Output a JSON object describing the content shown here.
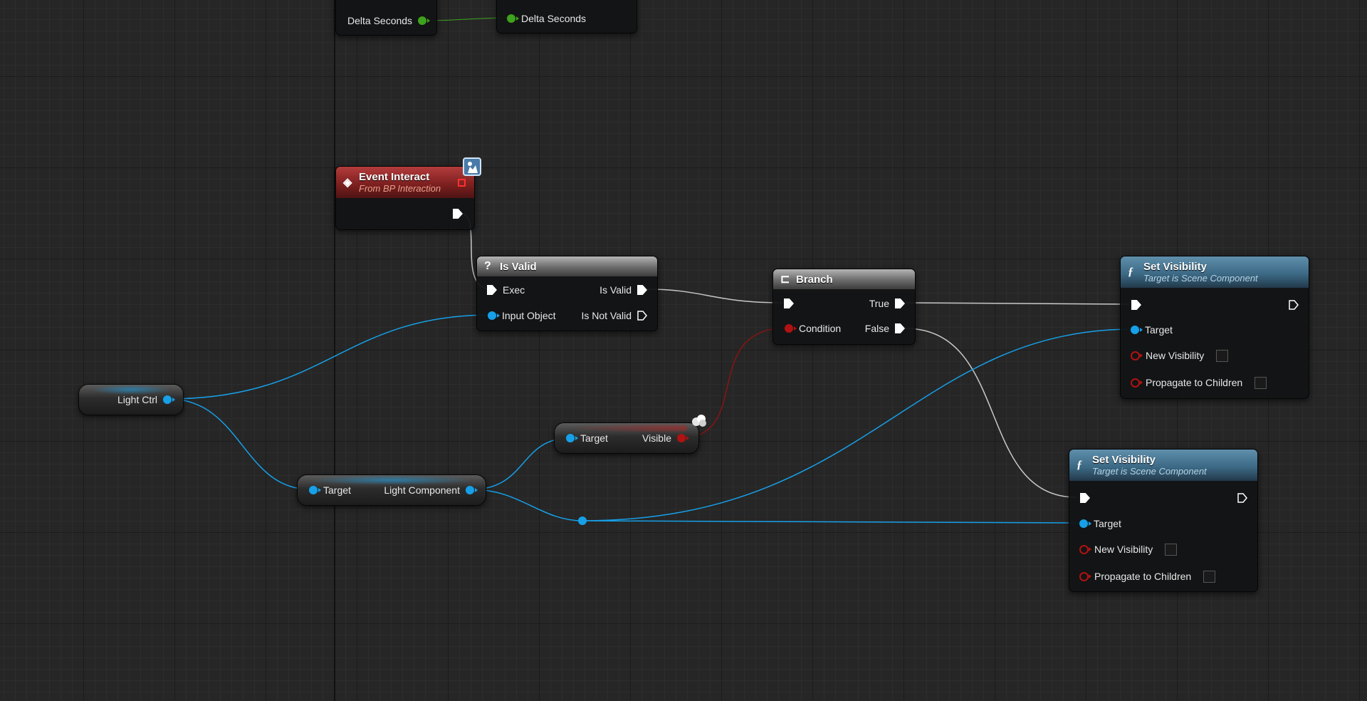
{
  "colors": {
    "grid_bg": "#262626",
    "exec_wire": "#c8c8c8",
    "object_wire": "#16a0e8",
    "bool_wire": "#8a1414",
    "float_wire": "#3ea21c"
  },
  "top_nodes": {
    "left_pin": "Delta Seconds",
    "right_pin": "Delta Seconds"
  },
  "event_interact": {
    "title": "Event Interact",
    "subtitle": "From BP Interaction",
    "icon": "diamond-event-icon",
    "badge_icon": "interface-badge-icon"
  },
  "is_valid": {
    "icon": "question-mark-icon",
    "title": "Is Valid",
    "exec_in": "Exec",
    "input_object": "Input Object",
    "is_valid_out": "Is Valid",
    "is_not_valid_out": "Is Not Valid"
  },
  "branch": {
    "icon": "branch-icon",
    "title": "Branch",
    "condition": "Condition",
    "true_out": "True",
    "false_out": "False"
  },
  "light_ctrl": {
    "label": "Light Ctrl"
  },
  "get_light_component": {
    "target": "Target",
    "output": "Light Component"
  },
  "get_visible": {
    "target": "Target",
    "output": "Visible",
    "badge_icon": "pure-function-bubble-icon"
  },
  "set_visibility_1": {
    "icon": "function-icon",
    "title": "Set Visibility",
    "subtitle": "Target is Scene Component",
    "target": "Target",
    "new_visibility": "New Visibility",
    "propagate": "Propagate to Children"
  },
  "set_visibility_2": {
    "icon": "function-icon",
    "title": "Set Visibility",
    "subtitle": "Target is Scene Component",
    "target": "Target",
    "new_visibility": "New Visibility",
    "propagate": "Propagate to Children"
  }
}
